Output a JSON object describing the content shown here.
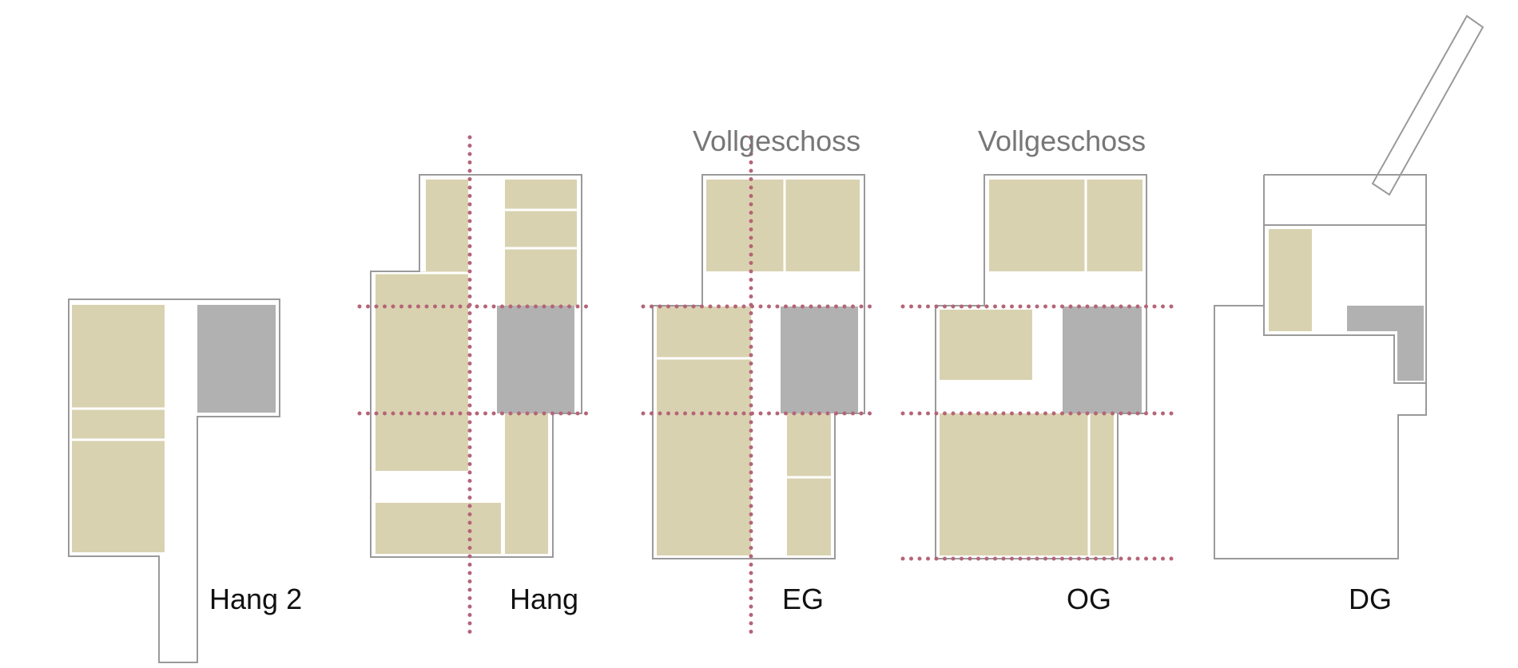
{
  "levels": {
    "hang2": {
      "label": "Hang 2"
    },
    "hang": {
      "label": "Hang"
    },
    "eg": {
      "label": "EG",
      "note": "Vollgeschoss"
    },
    "og": {
      "label": "OG",
      "note": "Vollgeschoss"
    },
    "dg": {
      "label": "DG"
    }
  },
  "colors": {
    "room": "#d9d2b0",
    "core": "#b1b1b1",
    "outline": "#9a9a9a",
    "grid": "#b56478"
  }
}
